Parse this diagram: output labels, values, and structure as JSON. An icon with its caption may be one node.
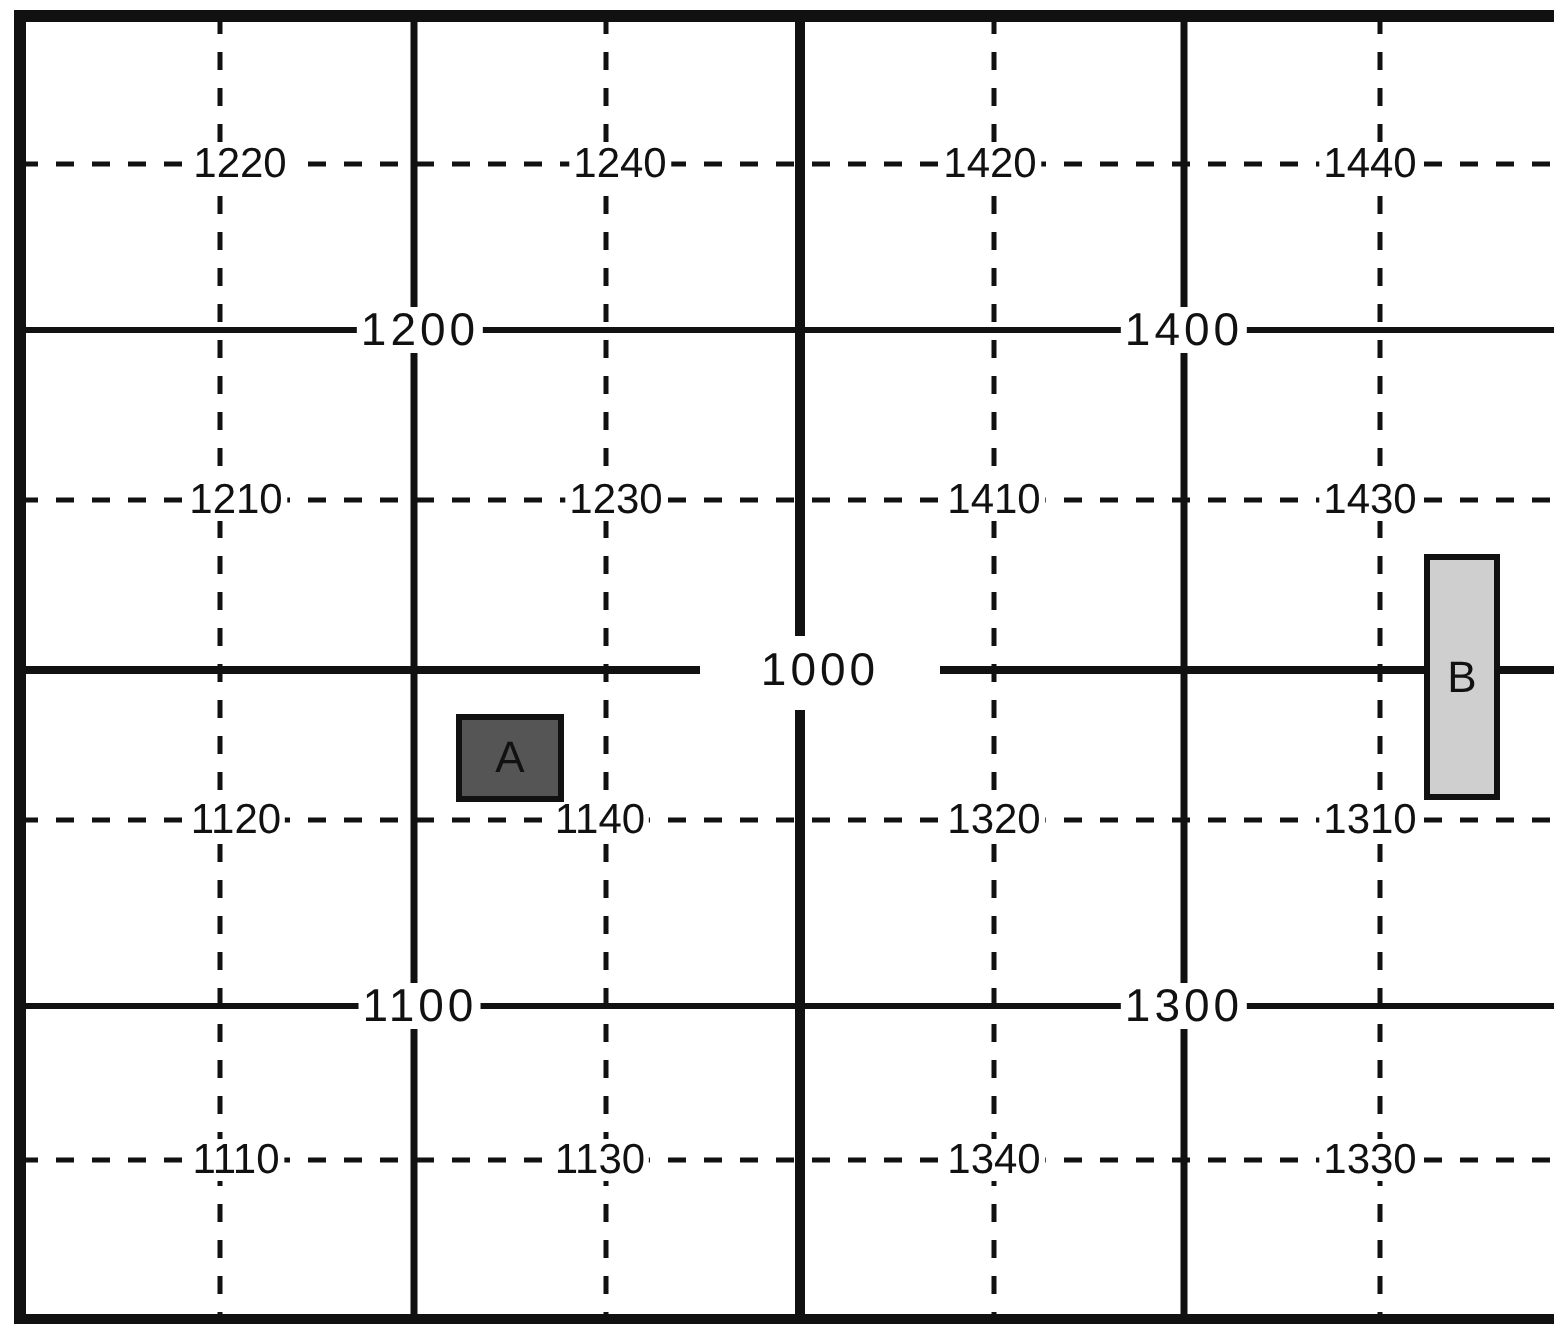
{
  "diagram": {
    "nodes": [
      {
        "text": [
          "A"
        ]
      },
      {
        "text": [
          "B"
        ]
      }
    ],
    "edges": [],
    "labels": [
      "1220",
      "1240",
      "1420",
      "1440",
      "1200",
      "1400",
      "1210",
      "1230",
      "1410",
      "1430",
      "1000",
      "1120",
      "1140",
      "1320",
      "1310",
      "1100",
      "1300",
      "1110",
      "1130",
      "1340",
      "1330"
    ]
  }
}
